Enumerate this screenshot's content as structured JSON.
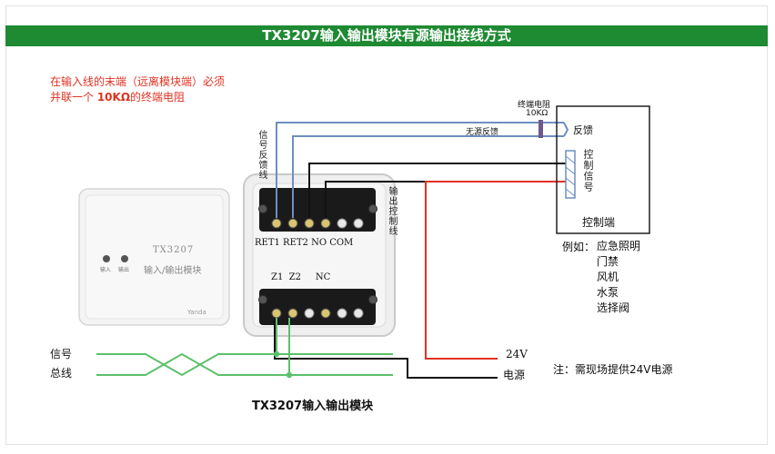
{
  "title": "TX3207输入输出模块有源输出接线方式",
  "note_red": {
    "text_before": "在输入线的末端（远离模块端）必须并联一个 ",
    "text_bold": "10KΩ",
    "text_after": "的终端电阻"
  },
  "module_device": {
    "model": "TX3207",
    "name": "输入/输出模块",
    "led1_label": "输入",
    "led2_label": "输出",
    "brand": "Yanda"
  },
  "labels": {
    "signal_feedback_line": "信号反馈线",
    "output_control_line": "输出控制线",
    "terminal_top": "RET1 RET2 NO COM",
    "terminal_bottom": "Z1  Z2     NC",
    "terminal_resistor": "终端电阻",
    "resistor_value": "10KΩ",
    "passive_feedback": "无源反馈",
    "feedback": "反馈",
    "control_signal": "控制信号",
    "control_end": "控制端",
    "examples_prefix": "例如：",
    "examples": [
      "应急照明",
      "门禁",
      "风机",
      "水泵",
      "选择阀"
    ],
    "bus_label_1": "信号",
    "bus_label_2": "总线",
    "power_v": "24V",
    "power_label": "电源",
    "power_note": "注：需现场提供24V电源",
    "module_caption": "TX3207输入输出模块"
  },
  "colors": {
    "title_bg": "#1e8a32",
    "note_red": "#e03222",
    "wire_blue": "#6d8fc0",
    "wire_black": "#111111",
    "wire_red": "#e03222",
    "bus_green": "#5cc06a",
    "box_border": "#111111"
  }
}
